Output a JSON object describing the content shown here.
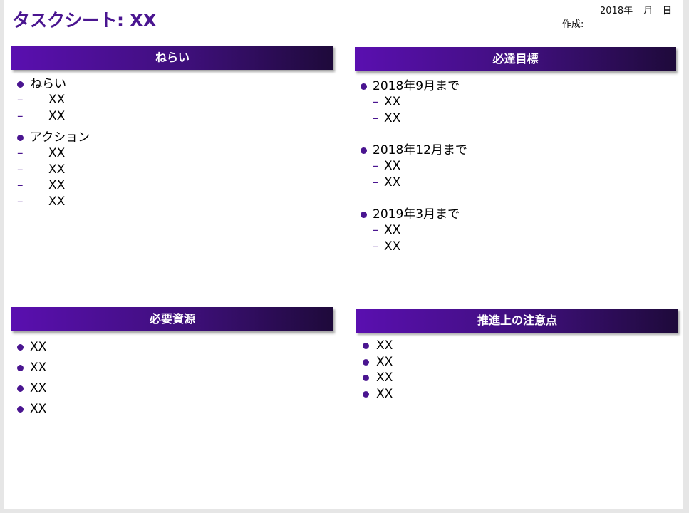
{
  "title": "タスクシート: XX",
  "date": {
    "created_label": "作成:",
    "year": "2018年",
    "month": "月",
    "day": "日"
  },
  "sections": {
    "aim": {
      "header": "ねらい",
      "groups": [
        {
          "label": "ねらい",
          "items": [
            "XX",
            "XX"
          ]
        },
        {
          "label": "アクション",
          "items": [
            "XX",
            "XX",
            "XX",
            "XX"
          ]
        }
      ]
    },
    "goal": {
      "header": "必達目標",
      "groups": [
        {
          "label": "2018年9月まで",
          "items": [
            "XX",
            "XX"
          ]
        },
        {
          "label": "2018年12月まで",
          "items": [
            "XX",
            "XX"
          ]
        },
        {
          "label": "2019年3月まで",
          "items": [
            "XX",
            "XX"
          ]
        }
      ]
    },
    "resources": {
      "header": "必要資源",
      "items": [
        "XX",
        "XX",
        "XX",
        "XX"
      ]
    },
    "notes": {
      "header": "推進上の注意点",
      "items": [
        "XX",
        "XX",
        "XX",
        "XX"
      ]
    }
  },
  "colors": {
    "accent": "#4a1590",
    "header_gradient_start": "#5a0fb0",
    "header_gradient_end": "#1e0a3a"
  }
}
